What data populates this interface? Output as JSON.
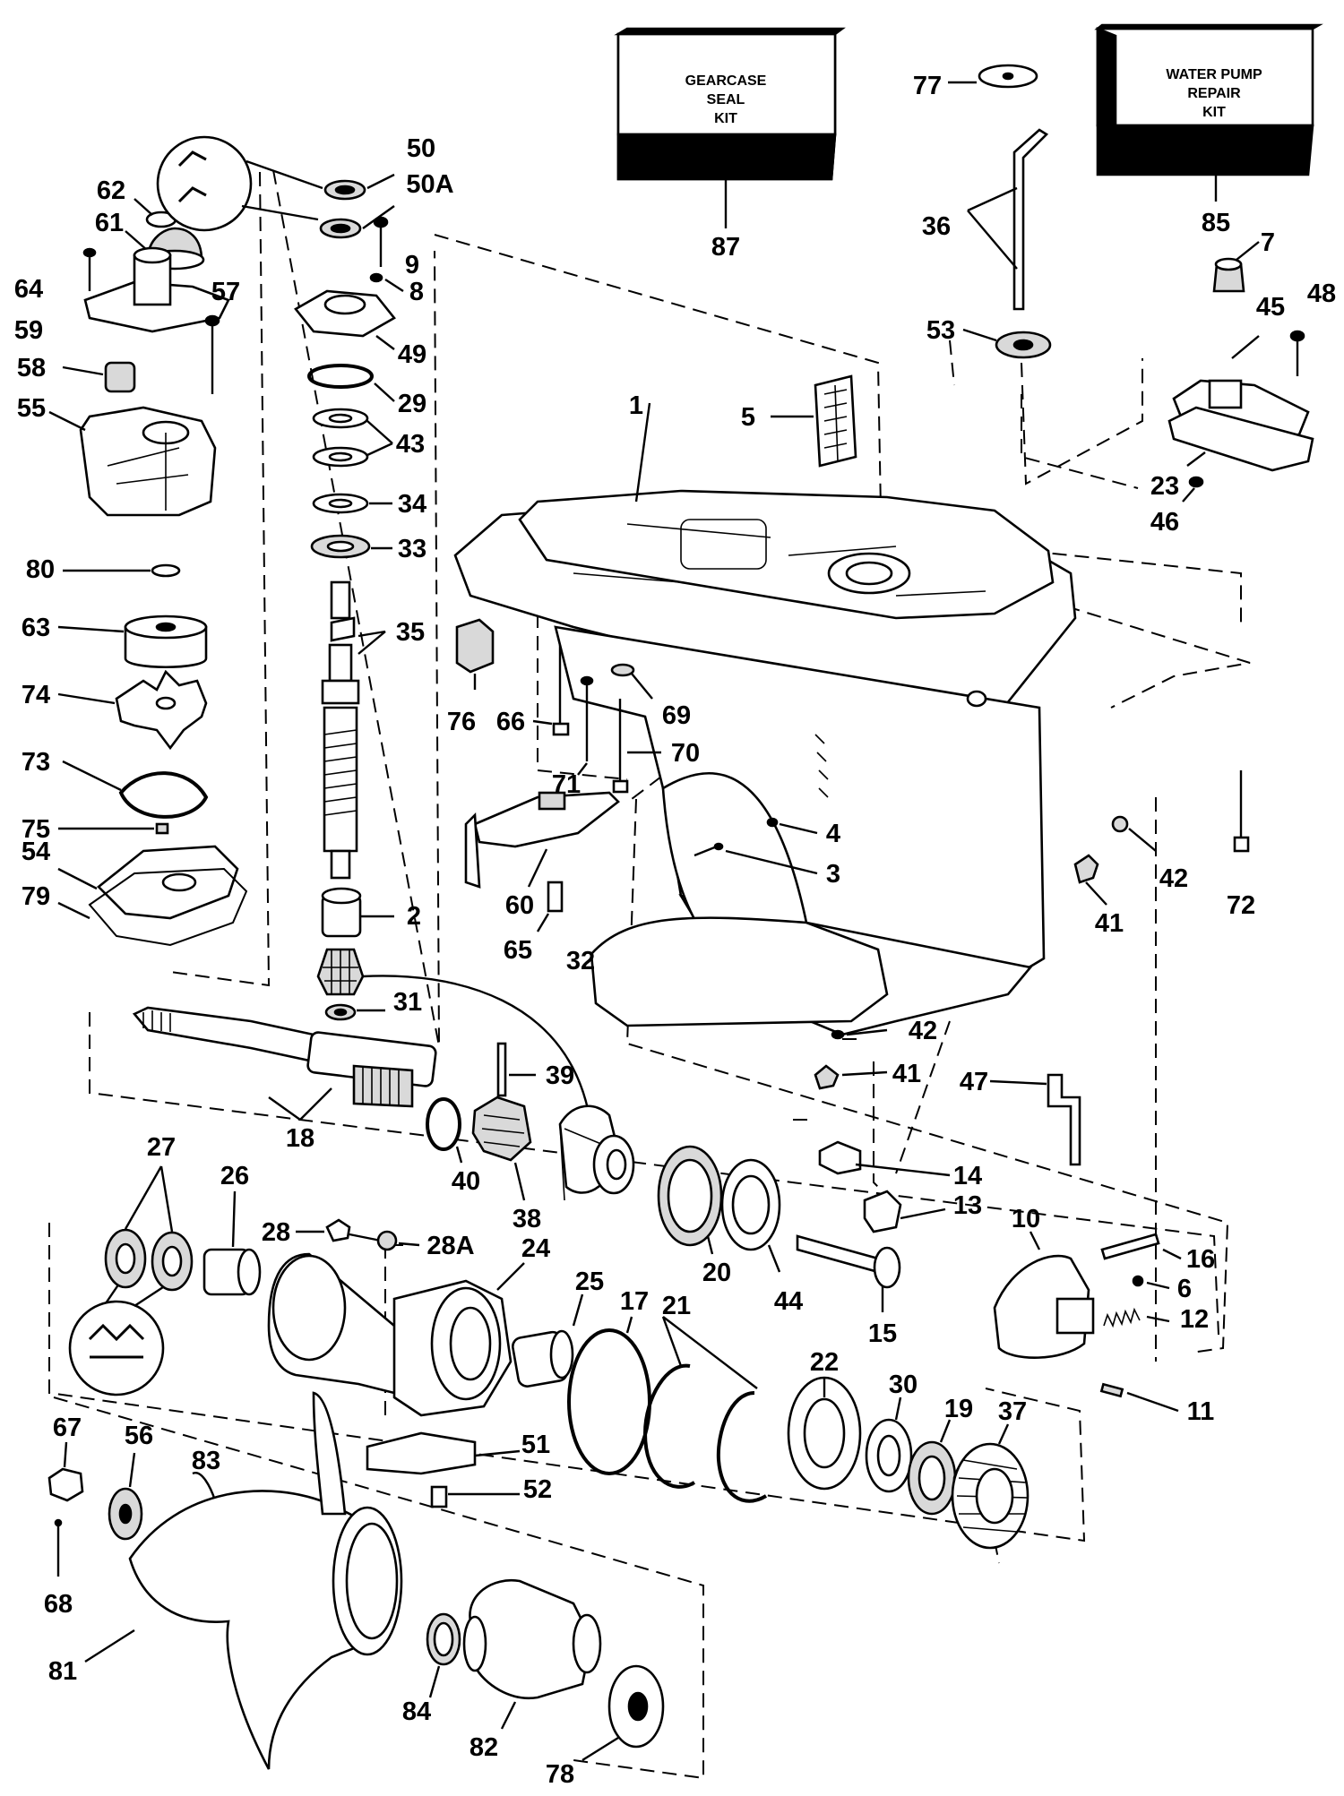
{
  "kits": [
    {
      "id": "gearcase-seal-kit",
      "lines": [
        "GEARCASE",
        "SEAL",
        "KIT"
      ],
      "number": "87"
    },
    {
      "id": "water-pump-repair-kit",
      "lines": [
        "WATER PUMP",
        "REPAIR",
        "KIT"
      ],
      "number": "85"
    }
  ],
  "labels": [
    {
      "id": "l1",
      "text": "1"
    },
    {
      "id": "l2",
      "text": "2"
    },
    {
      "id": "l3",
      "text": "3"
    },
    {
      "id": "l4",
      "text": "4"
    },
    {
      "id": "l5",
      "text": "5"
    },
    {
      "id": "l6",
      "text": "6"
    },
    {
      "id": "l7",
      "text": "7"
    },
    {
      "id": "l8",
      "text": "8"
    },
    {
      "id": "l9",
      "text": "9"
    },
    {
      "id": "l10",
      "text": "10"
    },
    {
      "id": "l11",
      "text": "11"
    },
    {
      "id": "l12",
      "text": "12"
    },
    {
      "id": "l13",
      "text": "13"
    },
    {
      "id": "l14",
      "text": "14"
    },
    {
      "id": "l15",
      "text": "15"
    },
    {
      "id": "l16",
      "text": "16"
    },
    {
      "id": "l17",
      "text": "17"
    },
    {
      "id": "l18",
      "text": "18"
    },
    {
      "id": "l19",
      "text": "19"
    },
    {
      "id": "l20",
      "text": "20"
    },
    {
      "id": "l21",
      "text": "21"
    },
    {
      "id": "l22",
      "text": "22"
    },
    {
      "id": "l23",
      "text": "23"
    },
    {
      "id": "l24",
      "text": "24"
    },
    {
      "id": "l25",
      "text": "25"
    },
    {
      "id": "l26",
      "text": "26"
    },
    {
      "id": "l27",
      "text": "27"
    },
    {
      "id": "l28",
      "text": "28"
    },
    {
      "id": "l28a",
      "text": "28A"
    },
    {
      "id": "l29",
      "text": "29"
    },
    {
      "id": "l30",
      "text": "30"
    },
    {
      "id": "l31",
      "text": "31"
    },
    {
      "id": "l32",
      "text": "32"
    },
    {
      "id": "l33",
      "text": "33"
    },
    {
      "id": "l34",
      "text": "34"
    },
    {
      "id": "l35",
      "text": "35"
    },
    {
      "id": "l36",
      "text": "36"
    },
    {
      "id": "l37",
      "text": "37"
    },
    {
      "id": "l38",
      "text": "38"
    },
    {
      "id": "l39",
      "text": "39"
    },
    {
      "id": "l40",
      "text": "40"
    },
    {
      "id": "l41a",
      "text": "41"
    },
    {
      "id": "l41b",
      "text": "41"
    },
    {
      "id": "l42a",
      "text": "42"
    },
    {
      "id": "l42b",
      "text": "42"
    },
    {
      "id": "l43",
      "text": "43"
    },
    {
      "id": "l44",
      "text": "44"
    },
    {
      "id": "l45",
      "text": "45"
    },
    {
      "id": "l46",
      "text": "46"
    },
    {
      "id": "l47",
      "text": "47"
    },
    {
      "id": "l48",
      "text": "48"
    },
    {
      "id": "l49",
      "text": "49"
    },
    {
      "id": "l50",
      "text": "50"
    },
    {
      "id": "l50a",
      "text": "50A"
    },
    {
      "id": "l51",
      "text": "51"
    },
    {
      "id": "l52",
      "text": "52"
    },
    {
      "id": "l53",
      "text": "53"
    },
    {
      "id": "l54",
      "text": "54"
    },
    {
      "id": "l55",
      "text": "55"
    },
    {
      "id": "l56",
      "text": "56"
    },
    {
      "id": "l57",
      "text": "57"
    },
    {
      "id": "l58",
      "text": "58"
    },
    {
      "id": "l59",
      "text": "59"
    },
    {
      "id": "l60",
      "text": "60"
    },
    {
      "id": "l61",
      "text": "61"
    },
    {
      "id": "l62",
      "text": "62"
    },
    {
      "id": "l63",
      "text": "63"
    },
    {
      "id": "l64",
      "text": "64"
    },
    {
      "id": "l65",
      "text": "65"
    },
    {
      "id": "l66",
      "text": "66"
    },
    {
      "id": "l67",
      "text": "67"
    },
    {
      "id": "l68",
      "text": "68"
    },
    {
      "id": "l69",
      "text": "69"
    },
    {
      "id": "l70",
      "text": "70"
    },
    {
      "id": "l71",
      "text": "71"
    },
    {
      "id": "l72",
      "text": "72"
    },
    {
      "id": "l73",
      "text": "73"
    },
    {
      "id": "l74",
      "text": "74"
    },
    {
      "id": "l75",
      "text": "75"
    },
    {
      "id": "l76",
      "text": "76"
    },
    {
      "id": "l77",
      "text": "77"
    },
    {
      "id": "l78",
      "text": "78"
    },
    {
      "id": "l79",
      "text": "79"
    },
    {
      "id": "l80",
      "text": "80"
    },
    {
      "id": "l81",
      "text": "81"
    },
    {
      "id": "l82",
      "text": "82"
    },
    {
      "id": "l83",
      "text": "83"
    },
    {
      "id": "l84",
      "text": "84"
    }
  ]
}
